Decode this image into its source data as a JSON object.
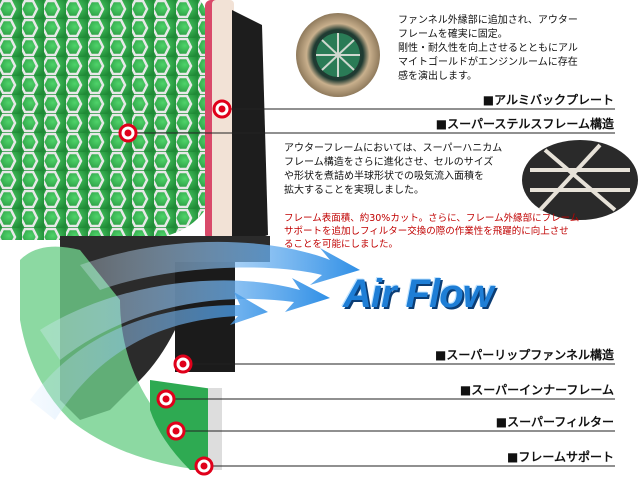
{
  "intro_text": [
    "ファンネル外縁部に追加され、アウター",
    "フレームを確実に固定。",
    "剛性・耐久性を向上させるとともにアル",
    "マイトゴールドがエンジンルームに存在",
    "感を演出します。"
  ],
  "stealth_text": [
    "アウターフレームにおいては、スーパーハニカム",
    "フレーム構造をさらに進化させ、セルのサイズ",
    "や形状を煮詰め半球形状での吸気流入面積を",
    "拡大することを実現しました。"
  ],
  "reduction_text": [
    "フレーム表面積、約30%カット。さらに、フレーム外縁部にフレーム",
    "サポートを追加しフィルター交換の際の作業性を飛躍的に向上させ",
    "ることを可能にしました。"
  ],
  "airflow": "Air Flow",
  "labels": {
    "aluminum_plate": "■アルミバックプレート",
    "stealth_frame": "■スーパーステルスフレーム構造",
    "lip_funnel": "■スーパーリップファンネル構造",
    "inner_frame": "■スーパーインナーフレーム",
    "filter": "■スーパーフィルター",
    "frame_support": "■フレームサポート"
  },
  "colors": {
    "filter_green": "#2eb84a",
    "marker_red": "#e0001a",
    "airflow_blue": "#1e7ed6"
  }
}
